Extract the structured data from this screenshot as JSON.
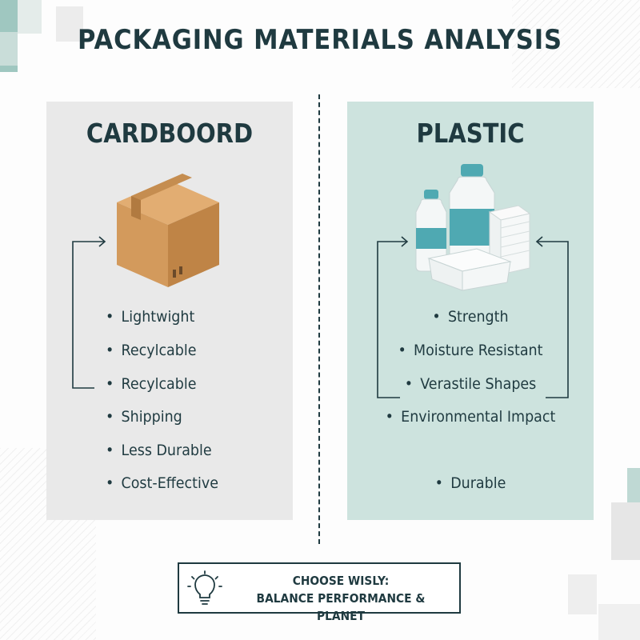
{
  "title": "PACKAGING MATERIALS ANALYSIS",
  "left_panel": {
    "heading": "CARDBOORD",
    "illustration_icon": "cardboard-box-icon",
    "items": [
      "Lightwight",
      "Recylcable",
      "Recylcable",
      "Shipping",
      "Less Durable",
      "Cost-Effective"
    ]
  },
  "right_panel": {
    "heading": "PLASTIC",
    "illustration_icon": "plastic-bottles-containers-icon",
    "items": [
      "Strength",
      "Moisture Resistant",
      "Verastile Shapes",
      "Environmental Impact",
      "Durable"
    ]
  },
  "callout": {
    "icon": "lightbulb-icon",
    "line1": "CHOOSE WISLY:",
    "line2": "BALANCE PERFORMANCE & PLANET"
  },
  "colors": {
    "ink": "#1f3a40",
    "left_panel_bg": "#e9e9e9",
    "right_panel_bg": "#cde3de",
    "teal_accent": "#4fa9b2",
    "cardboard": "#d39a5c"
  }
}
